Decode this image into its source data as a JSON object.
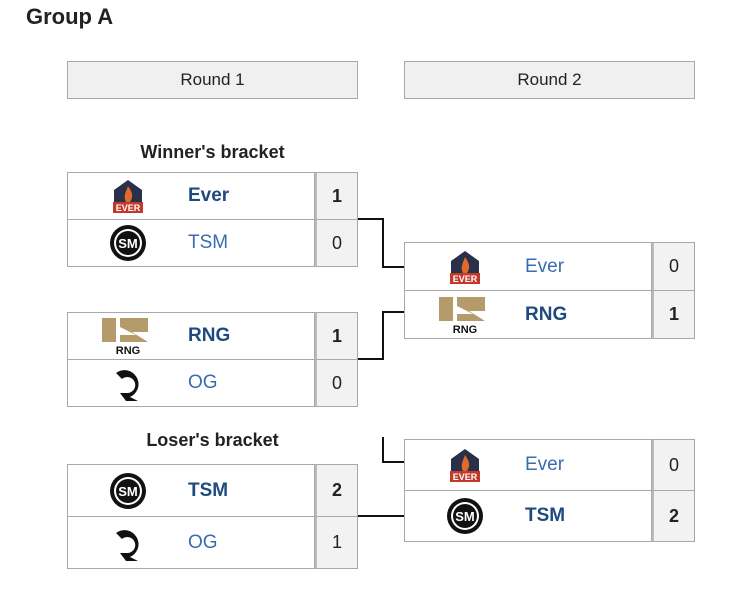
{
  "title": "Group A",
  "rounds": [
    "Round 1",
    "Round 2"
  ],
  "brackets": {
    "winners": "Winner's bracket",
    "losers": "Loser's bracket"
  },
  "matches": {
    "r1w1": [
      {
        "team": "Ever",
        "logo": "ever-logo",
        "score": "1",
        "winner": true
      },
      {
        "team": "TSM",
        "logo": "tsm-logo",
        "score": "0",
        "winner": false
      }
    ],
    "r1w2": [
      {
        "team": "RNG",
        "logo": "rng-logo",
        "score": "1",
        "winner": true
      },
      {
        "team": "OG",
        "logo": "og-logo",
        "score": "0",
        "winner": false
      }
    ],
    "r1l": [
      {
        "team": "TSM",
        "logo": "tsm-logo",
        "score": "2",
        "winner": true
      },
      {
        "team": "OG",
        "logo": "og-logo",
        "score": "1",
        "winner": false
      }
    ],
    "r2w": [
      {
        "team": "Ever",
        "logo": "ever-logo",
        "score": "0",
        "winner": false
      },
      {
        "team": "RNG",
        "logo": "rng-logo",
        "score": "1",
        "winner": true
      }
    ],
    "r2l": [
      {
        "team": "Ever",
        "logo": "ever-logo",
        "score": "0",
        "winner": false
      },
      {
        "team": "TSM",
        "logo": "tsm-logo",
        "score": "2",
        "winner": true
      }
    ]
  },
  "colors": {
    "winner_text": "#1f4a80",
    "loser_text": "#3a6cb0"
  }
}
